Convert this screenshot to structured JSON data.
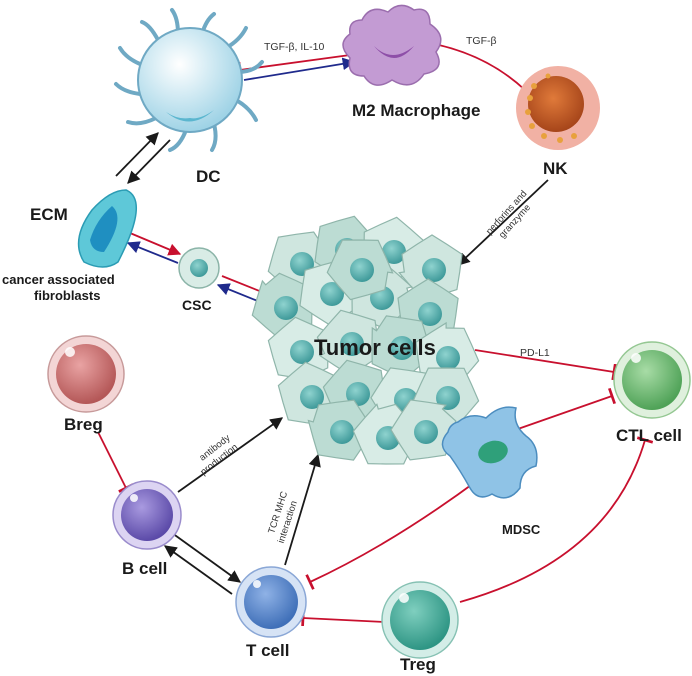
{
  "labels": {
    "dc": "DC",
    "m2": "M2 Macrophage",
    "nk": "NK",
    "ecm": "ECM",
    "caf": [
      "cancer associated",
      "fibroblasts"
    ],
    "csc": "CSC",
    "tumor": "Tumor cells",
    "breg": "Breg",
    "bcell": "B cell",
    "tcell": "T cell",
    "treg": "Treg",
    "mdsc": "MDSC",
    "ctl": "CTL cell"
  },
  "edge_labels": {
    "dc_m2": "TGF-β, IL-10",
    "m2_nk": "TGF-β",
    "nk_tumor": [
      "perforins and",
      "granzyme"
    ],
    "tumor_ctl": "PD-L1",
    "b_tumor": [
      "antibody",
      "production"
    ],
    "t_tumor": [
      "TCR MHC",
      "interaction"
    ]
  },
  "colors": {
    "activate": "#1a1a1a",
    "inhibit": "#c8102e",
    "bidirectional": "#1f2a8c"
  }
}
